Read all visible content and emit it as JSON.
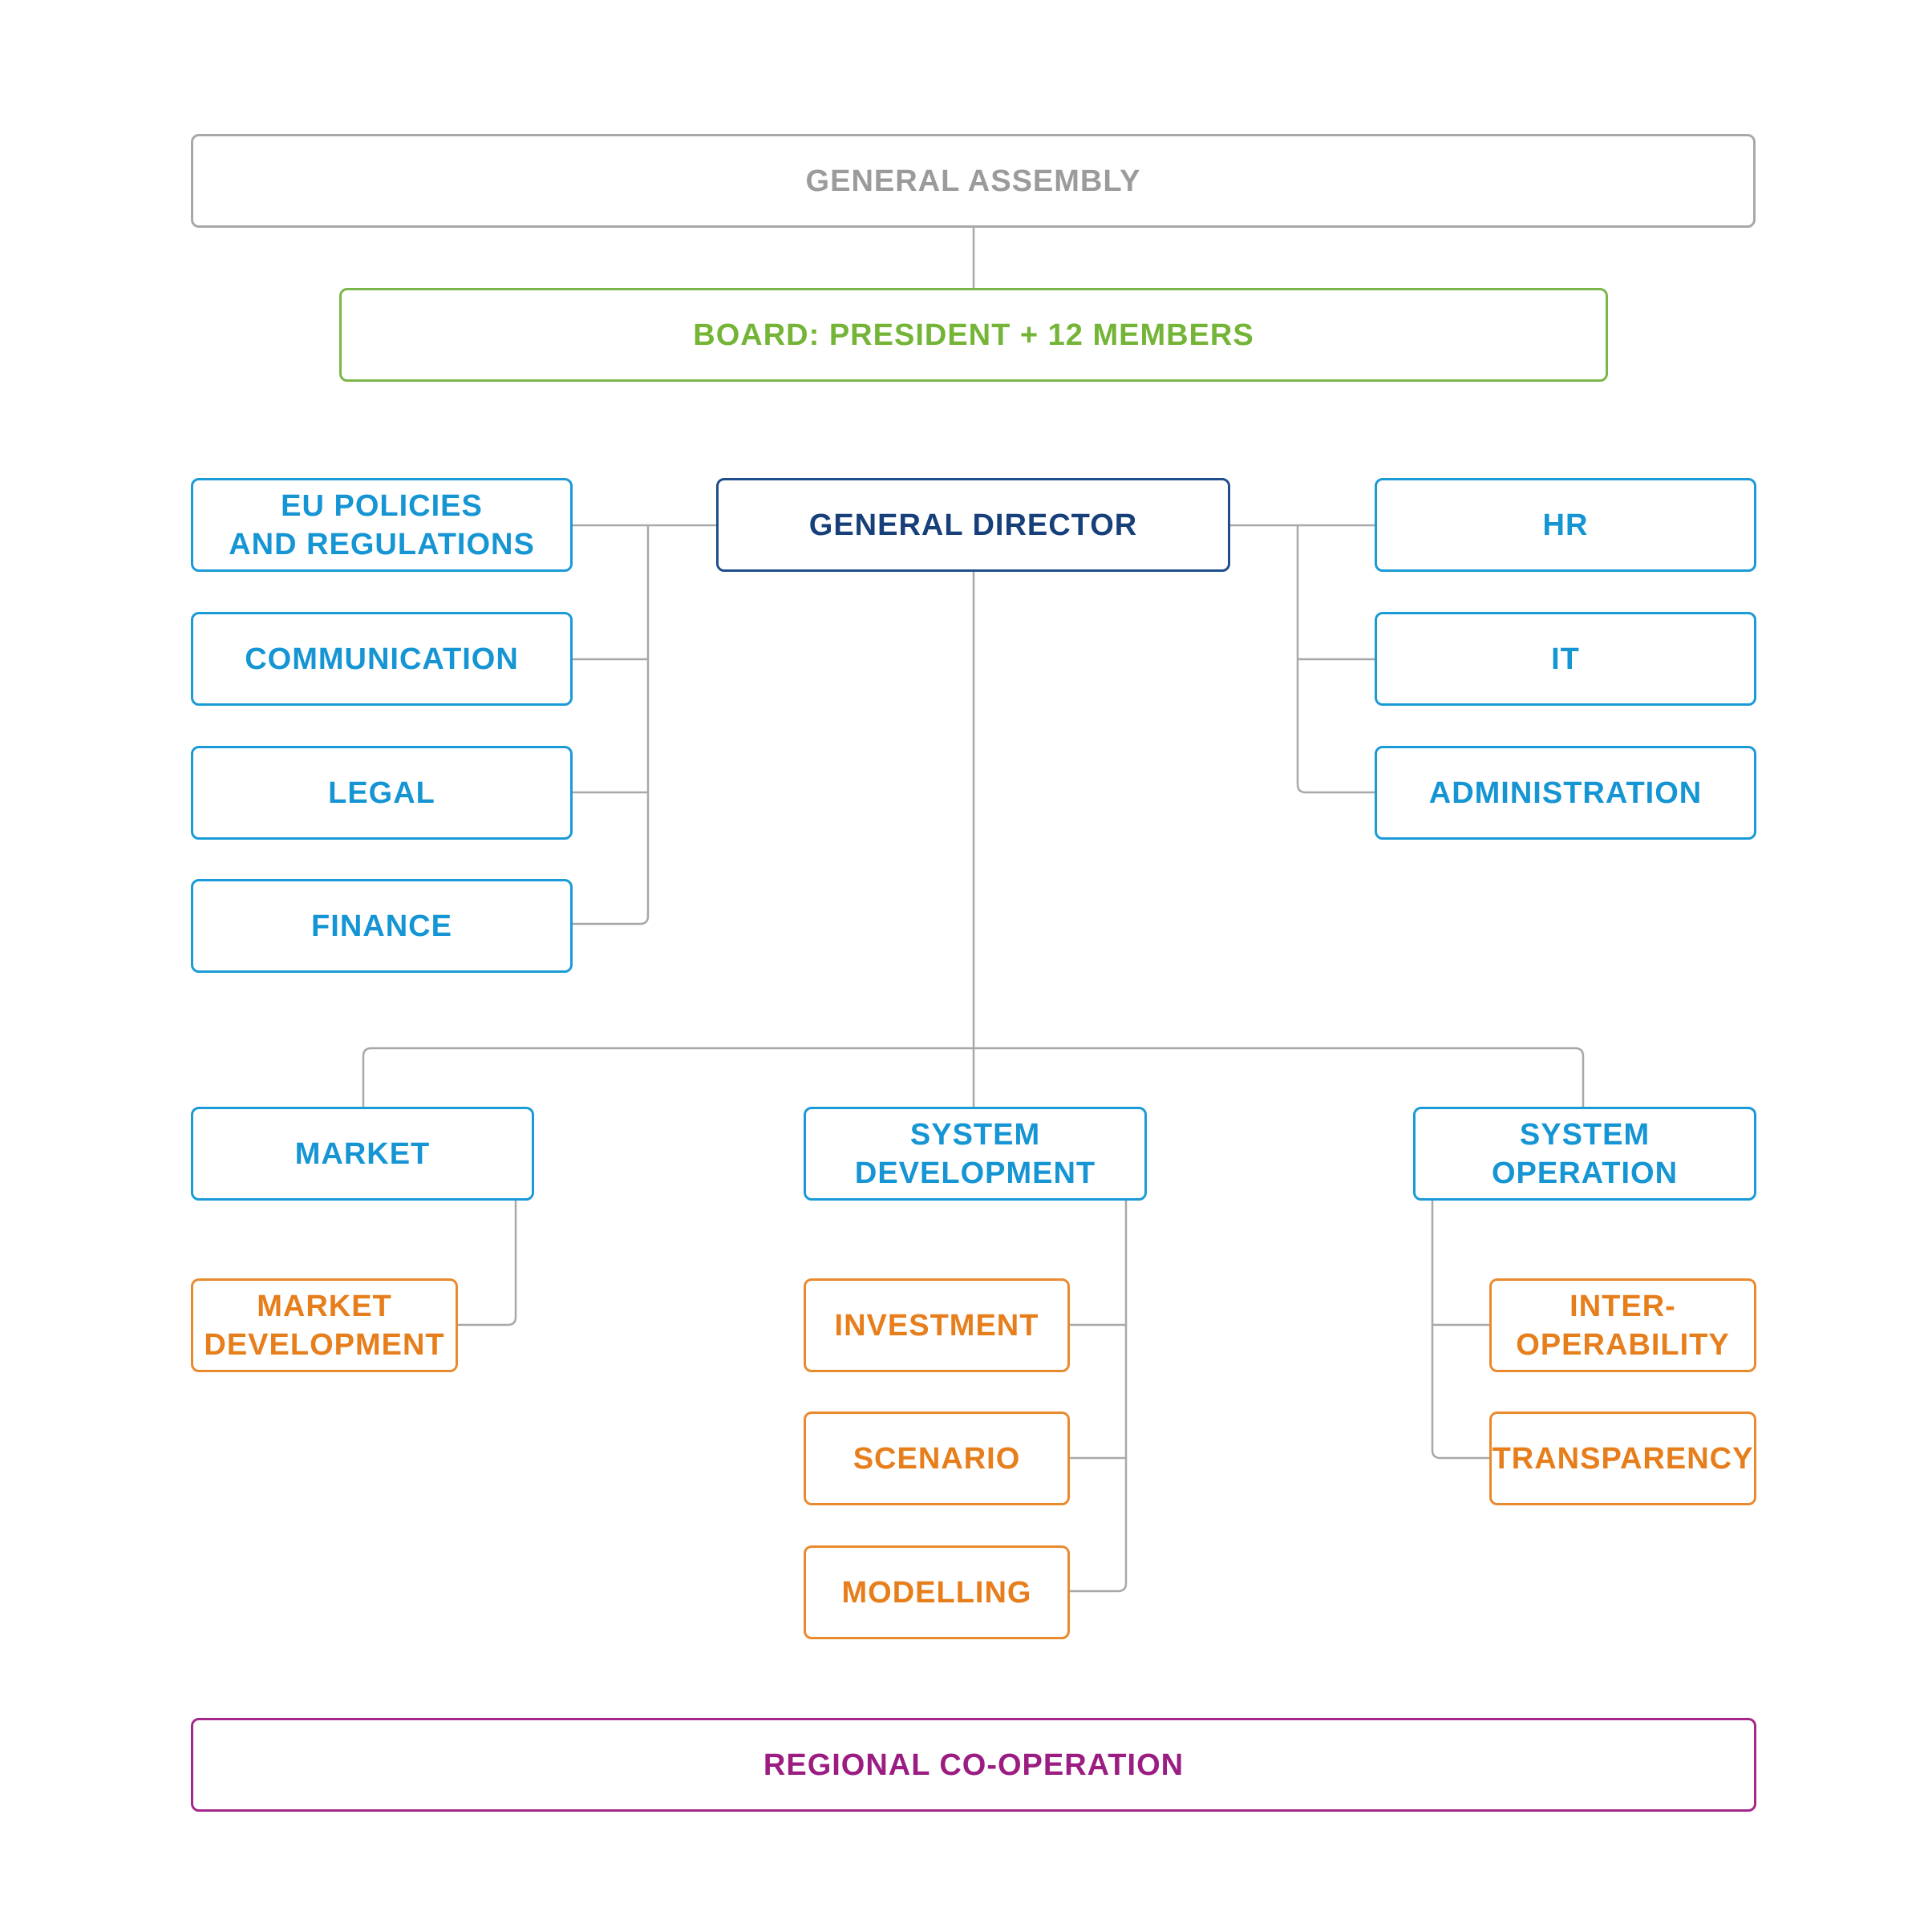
{
  "colors": {
    "grey": "#9b9b9b",
    "green": "#74b436",
    "navy": "#173f7a",
    "blue": "#1595d3",
    "orange": "#e77e1c",
    "purple": "#9c1d82",
    "connector": "#a8a8a8"
  },
  "org": {
    "general_assembly": "GENERAL ASSEMBLY",
    "board": "BOARD: PRESIDENT + 12 MEMBERS",
    "general_director": "GENERAL DIRECTOR",
    "left_units": {
      "eu_policies": "EU POLICIES\nAND REGULATIONS",
      "communication": "COMMUNICATION",
      "legal": "LEGAL",
      "finance": "FINANCE"
    },
    "right_units": {
      "hr": "HR",
      "it": "IT",
      "administration": "ADMINISTRATION"
    },
    "departments": {
      "market": "MARKET",
      "system_development": "SYSTEM\nDEVELOPMENT",
      "system_operation": "SYSTEM\nOPERATION"
    },
    "sub_units": {
      "market_development": "MARKET\nDEVELOPMENT",
      "investment": "INVESTMENT",
      "scenario": "SCENARIO",
      "modelling": "MODELLING",
      "interoperability": "INTER-\nOPERABILITY",
      "transparency": "TRANSPARENCY"
    },
    "regional_cooperation": "REGIONAL CO-OPERATION"
  }
}
